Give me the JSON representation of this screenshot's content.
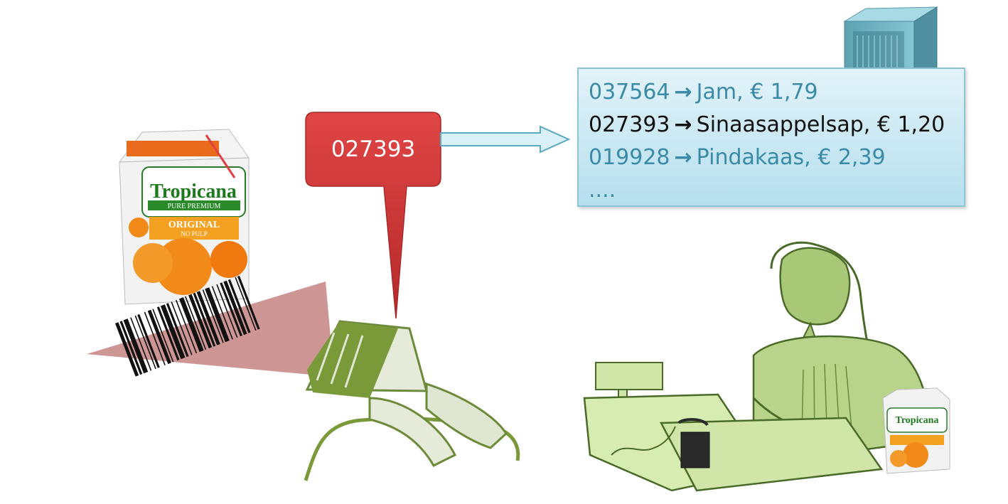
{
  "callout": {
    "code": "027393"
  },
  "database": {
    "rows": [
      {
        "code": "037564",
        "arrow": "→",
        "item": "Jam, € 1,79",
        "selected": false
      },
      {
        "code": "027393",
        "arrow": "→",
        "item": "Sinaasappelsap, € 1,20",
        "selected": true
      },
      {
        "code": "019928",
        "arrow": "→",
        "item": "Pindakaas, € 2,39",
        "selected": false
      }
    ],
    "more": "....",
    "colors": {
      "row": "#3b8aa8",
      "selected_row": "#111111",
      "panel": "#c9e8f3"
    }
  },
  "carton": {
    "brand": "Tropicana",
    "line": "PURE PREMIUM",
    "variety": "ORIGINAL",
    "sub": "NO PULP"
  },
  "colors": {
    "callout_red": "#cc3333",
    "scanner_green": "#7a9a3a",
    "cashier_green": "#a8c878",
    "beam": "#c98a8a"
  }
}
